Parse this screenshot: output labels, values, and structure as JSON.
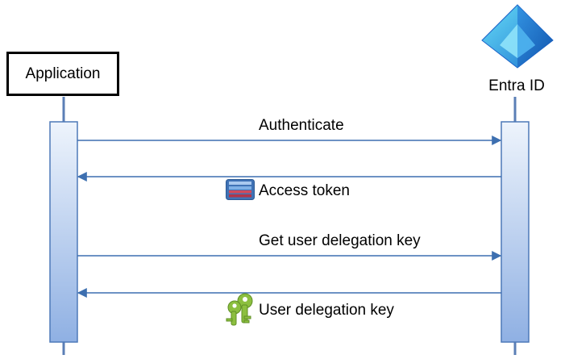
{
  "participants": {
    "application": "Application",
    "entra": "Entra ID"
  },
  "messages": [
    {
      "label": "Authenticate",
      "direction": "to-entra"
    },
    {
      "label": "Access token",
      "direction": "to-application",
      "icon": "access-token-icon"
    },
    {
      "label": "Get user delegation key",
      "direction": "to-entra"
    },
    {
      "label": "User delegation key",
      "direction": "to-application",
      "icon": "key-icon"
    }
  ],
  "colors": {
    "lifeline": "#5b7fb6",
    "arrow": "#3d6fb0",
    "activation_top": "#eaf1fb",
    "activation_bottom": "#8fb0e3",
    "entra_logo_light": "#5ed3f2",
    "entra_logo_dark": "#1b62c8",
    "key": "#8cbf3f"
  }
}
